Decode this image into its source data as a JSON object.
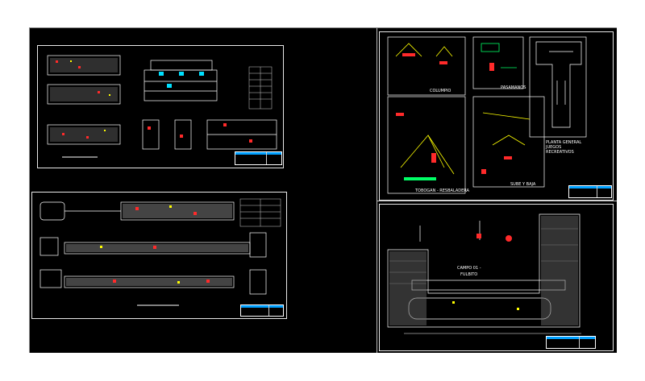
{
  "viewport": {
    "tab_label": ""
  },
  "sheets": {
    "top_right": {
      "labels": {
        "columpio": "COLUMPIO",
        "pasamanos": "PASAMANOS",
        "tobogan": "TOBOGAN - RESBALADERA",
        "sube_baja": "SUBE Y BAJA",
        "planta_general": [
          "PLANTA GENERAL",
          "JUEGOS",
          "RECREATIVOS"
        ]
      }
    },
    "bottom_right": {
      "labels": {
        "campo": [
          "CAMPO 01 -",
          "FULBITO"
        ]
      }
    }
  },
  "colors": {
    "background": "#000000",
    "line": "#ffffff",
    "cad_red": "#ff2a2a",
    "cad_yellow": "#ffff00",
    "cad_green": "#00ff66",
    "cad_cyan": "#00e0ff",
    "title_block": "#00a0ff"
  }
}
